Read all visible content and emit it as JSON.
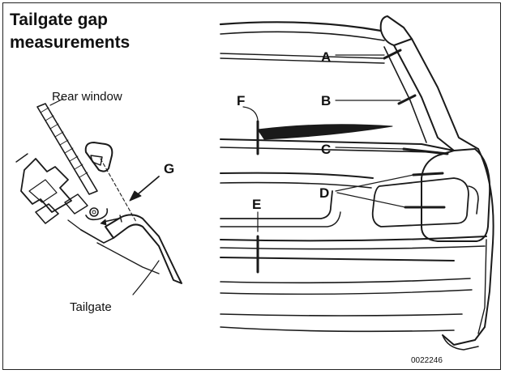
{
  "title": {
    "line1": "Tailgate gap",
    "line2": "measurements"
  },
  "inset_labels": {
    "rear_window": "Rear window",
    "tailgate": "Tailgate",
    "g": "G"
  },
  "callouts": {
    "a": "A",
    "b": "B",
    "c": "C",
    "d": "D",
    "e": "E",
    "f": "F"
  },
  "figure_id": "0022246",
  "colors": {
    "line": "#1a1a1a",
    "background": "#ffffff"
  }
}
